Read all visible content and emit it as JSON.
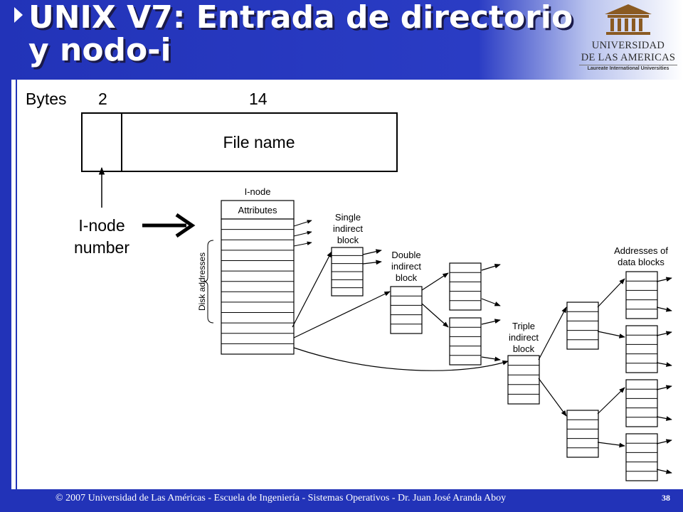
{
  "slide": {
    "title_line1": "UNIX V7: Entrada de directorio",
    "title_line2": "y nodo-i",
    "logo": {
      "line1": "UNIVERSIDAD",
      "line2": "DE LAS AMERICAS",
      "line3": "Laureate International Universities"
    },
    "footer": {
      "text": "© 2007 Universidad de Las Américas  -  Escuela de Ingeniería  -  Sistemas Operativos  -  Dr. Juan José Aranda Aboy",
      "page": "38"
    }
  },
  "diagram": {
    "dir_entry": {
      "bytes_label": "Bytes",
      "bytes_inode": "2",
      "bytes_name": "14",
      "field_name": "File name",
      "inode_number_line1": "I-node",
      "inode_number_line2": "number"
    },
    "inode": {
      "title": "I-node",
      "attributes": "Attributes",
      "disk_addresses": "Disk addresses"
    },
    "labels": {
      "single_1": "Single",
      "single_2": "indirect",
      "single_3": "block",
      "double_1": "Double",
      "double_2": "indirect",
      "double_3": "block",
      "triple_1": "Triple",
      "triple_2": "indirect",
      "triple_3": "block",
      "data_1": "Addresses of",
      "data_2": "data blocks"
    }
  }
}
